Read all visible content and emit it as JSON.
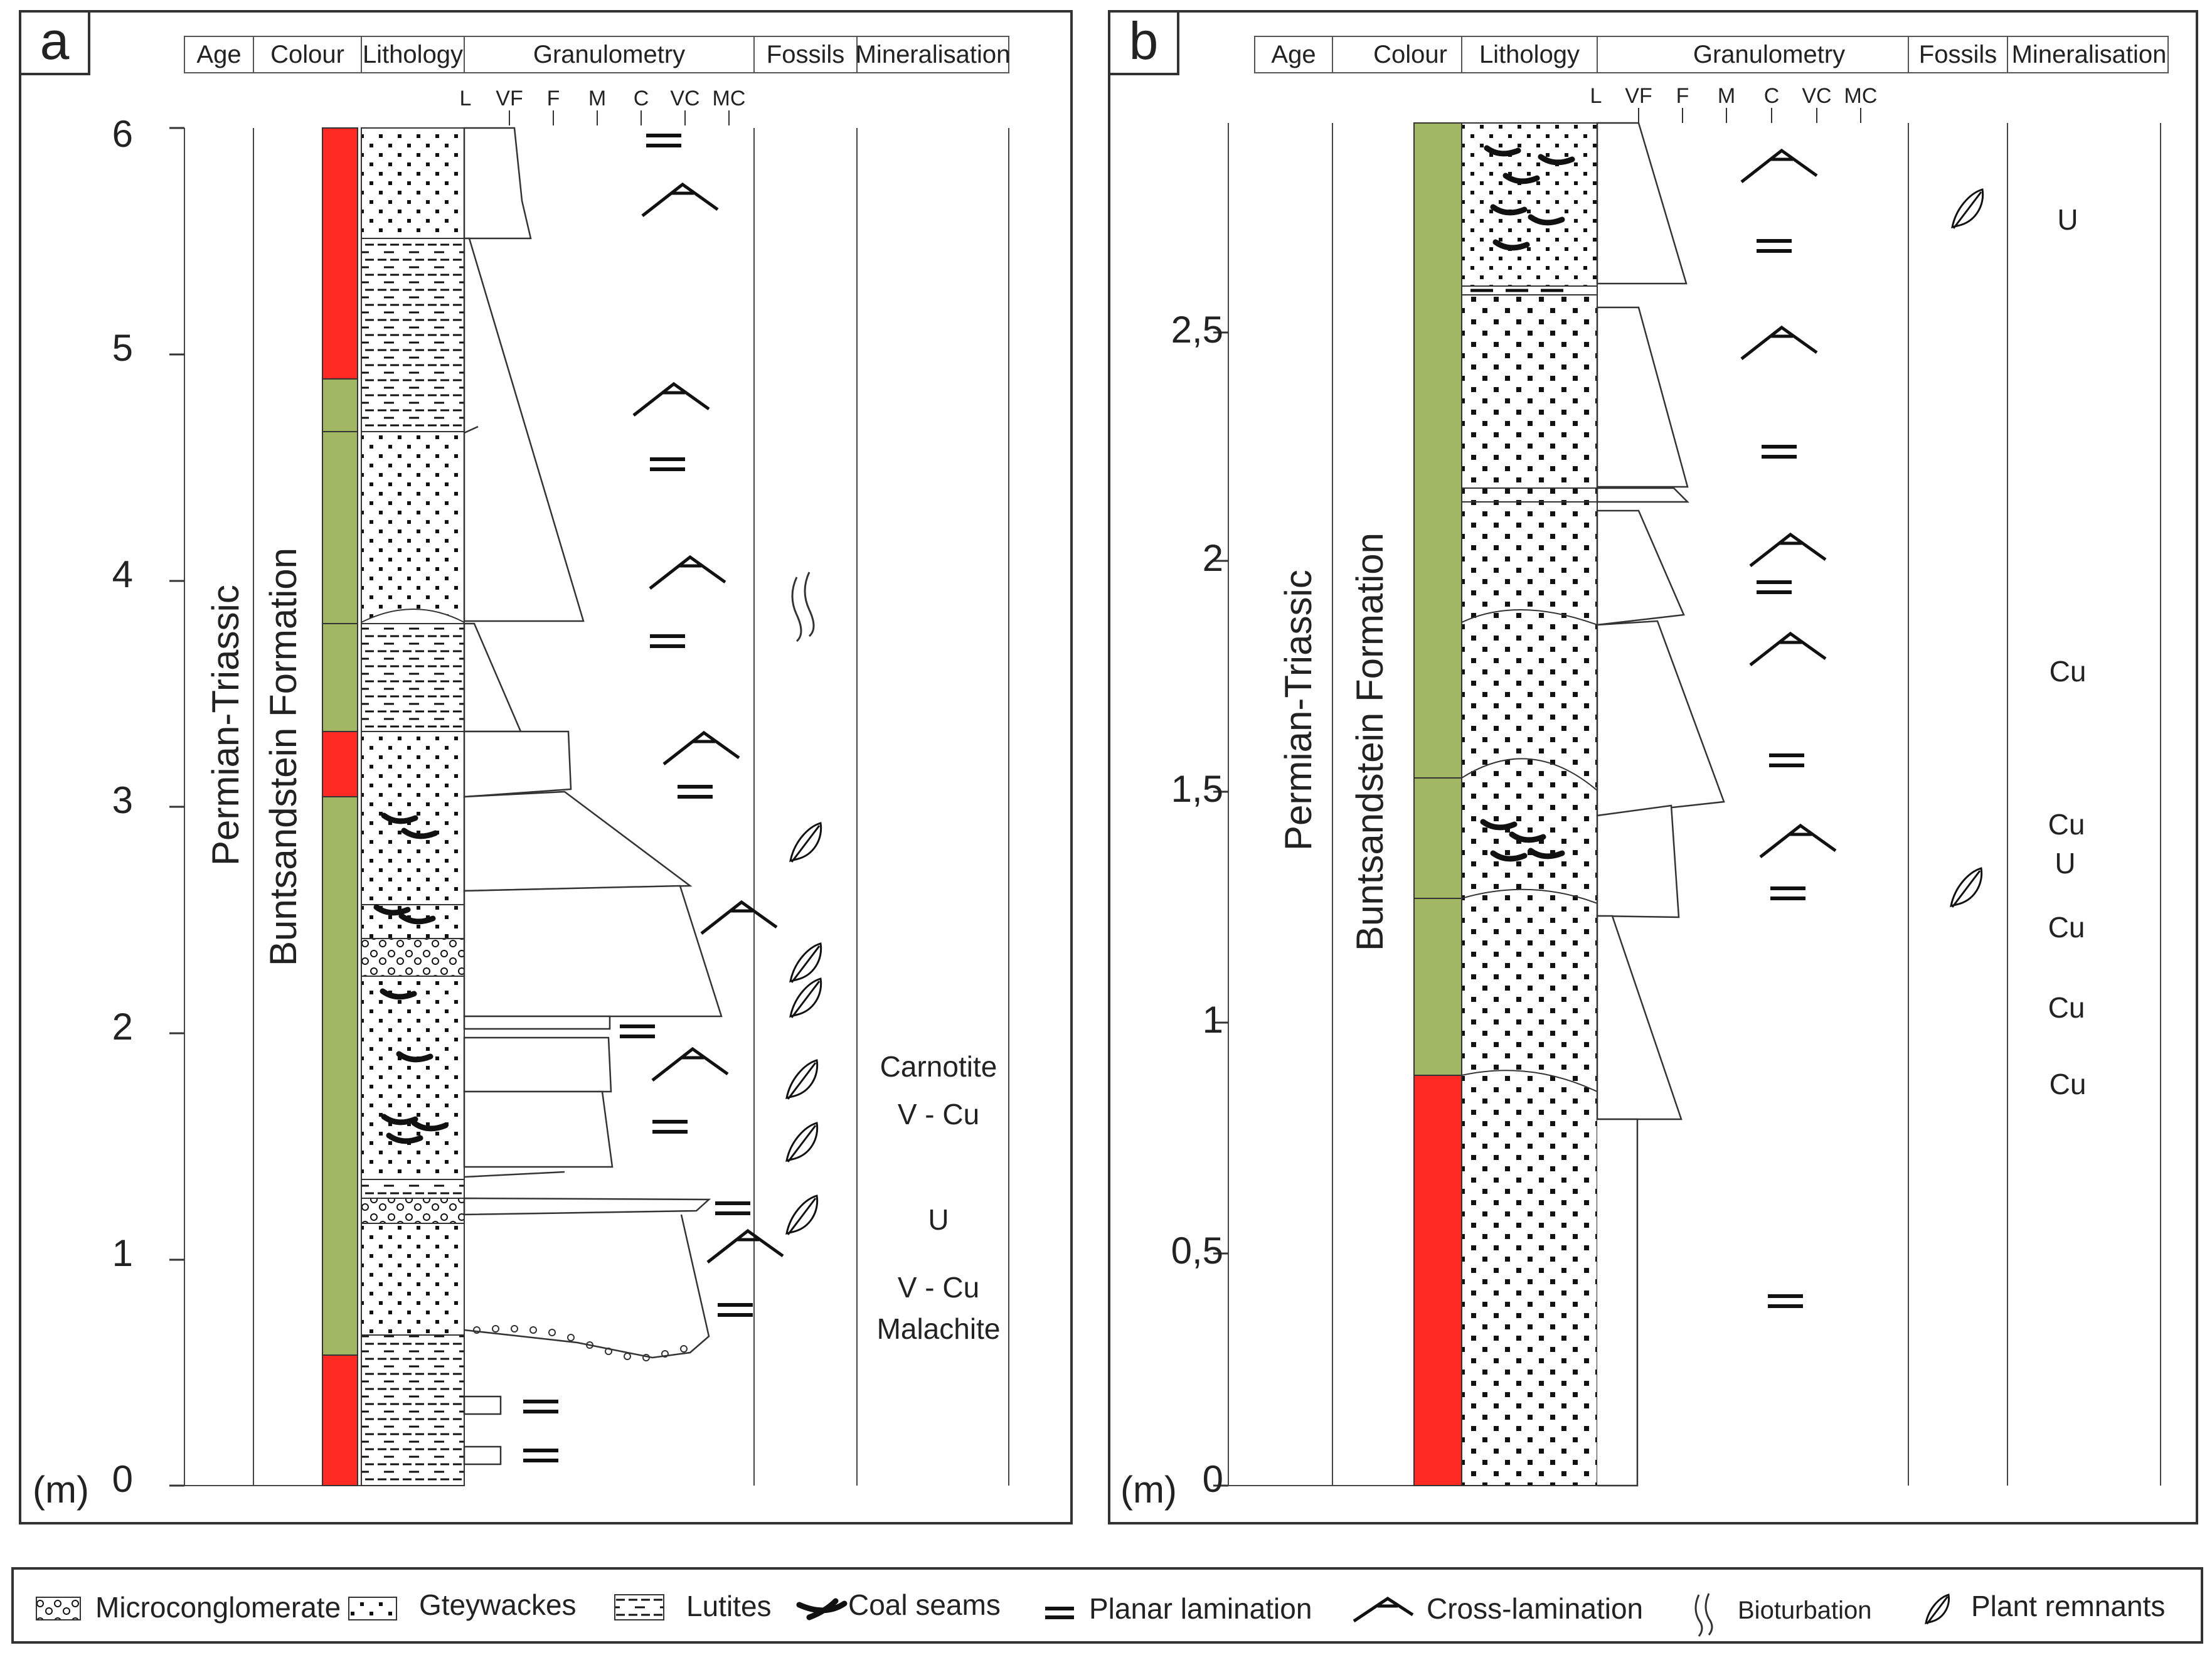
{
  "panels": [
    {
      "letter": "a",
      "headers": [
        "Age",
        "Colour",
        "Lithology",
        "Granulometry",
        "Fossils",
        "Mineralisation"
      ],
      "granulometry_scale": [
        "L",
        "VF",
        "F",
        "M",
        "C",
        "VC",
        "MC"
      ],
      "unit_label": "(m)",
      "y_axis": {
        "min": 0,
        "max": 6,
        "tick_labels": [
          "0",
          "1",
          "2",
          "3",
          "4",
          "5",
          "6"
        ]
      },
      "age_label": "Permian-Triassic",
      "formation_label": "Buntsandstein Formation",
      "colour_column": [
        {
          "from": 0.0,
          "to": 0.57,
          "colour": "red"
        },
        {
          "from": 0.57,
          "to": 3.05,
          "colour": "green"
        },
        {
          "from": 3.05,
          "to": 3.33,
          "colour": "red"
        },
        {
          "from": 3.33,
          "to": 4.66,
          "colour": "green"
        },
        {
          "from": 4.66,
          "to": 4.88,
          "colour": "green"
        },
        {
          "from": 4.88,
          "to": 6.0,
          "colour": "red"
        }
      ],
      "mineralisation": [
        {
          "depth": 1.93,
          "text": "Carnotite"
        },
        {
          "depth": 1.72,
          "text": "V - Cu"
        },
        {
          "depth": 1.25,
          "text": "U"
        },
        {
          "depth": 0.95,
          "text": "V - Cu"
        },
        {
          "depth": 0.77,
          "text": "Malachite"
        }
      ]
    },
    {
      "letter": "b",
      "headers": [
        "Age",
        "Colour",
        "Lithology",
        "Granulometry",
        "Fossils",
        "Mineralisation"
      ],
      "granulometry_scale": [
        "L",
        "VF",
        "F",
        "M",
        "C",
        "VC",
        "MC"
      ],
      "unit_label": "(m)",
      "y_axis": {
        "min": 0,
        "max": 2.95,
        "tick_labels": [
          "0",
          "0,5",
          "1",
          "1,5",
          "2",
          "2,5"
        ]
      },
      "age_label": "Permian-Triassic",
      "formation_label": "Buntsandstein Formation",
      "colour_column": [
        {
          "from": 0.0,
          "to": 0.89,
          "colour": "red"
        },
        {
          "from": 0.89,
          "to": 2.95,
          "colour": "green"
        }
      ],
      "mineralisation": [
        {
          "depth": 2.76,
          "text": "U"
        },
        {
          "depth": 1.77,
          "text": "Cu"
        },
        {
          "depth": 1.43,
          "text": "Cu"
        },
        {
          "depth": 1.35,
          "text": "U"
        },
        {
          "depth": 1.21,
          "text": "Cu"
        },
        {
          "depth": 1.04,
          "text": "Cu"
        },
        {
          "depth": 0.87,
          "text": "Cu"
        }
      ]
    }
  ],
  "legend": [
    {
      "icon": "microconglomerate-swatch",
      "label": "Microconglomerate"
    },
    {
      "icon": "greywacke-swatch",
      "label": "Gteywackes"
    },
    {
      "icon": "lutite-swatch",
      "label": "Lutites"
    },
    {
      "icon": "coal-seam-icon",
      "label": "Coal seams"
    },
    {
      "icon": "planar-lamination-icon",
      "label": "Planar lamination"
    },
    {
      "icon": "cross-lamination-icon",
      "label": "Cross-lamination"
    },
    {
      "icon": "bioturbation-icon",
      "label": "Bioturbation"
    },
    {
      "icon": "plant-remnant-icon",
      "label": "Plant remnants"
    }
  ],
  "colours": {
    "red": "#ff2a24",
    "green": "#a1b765",
    "line": "#333333"
  }
}
